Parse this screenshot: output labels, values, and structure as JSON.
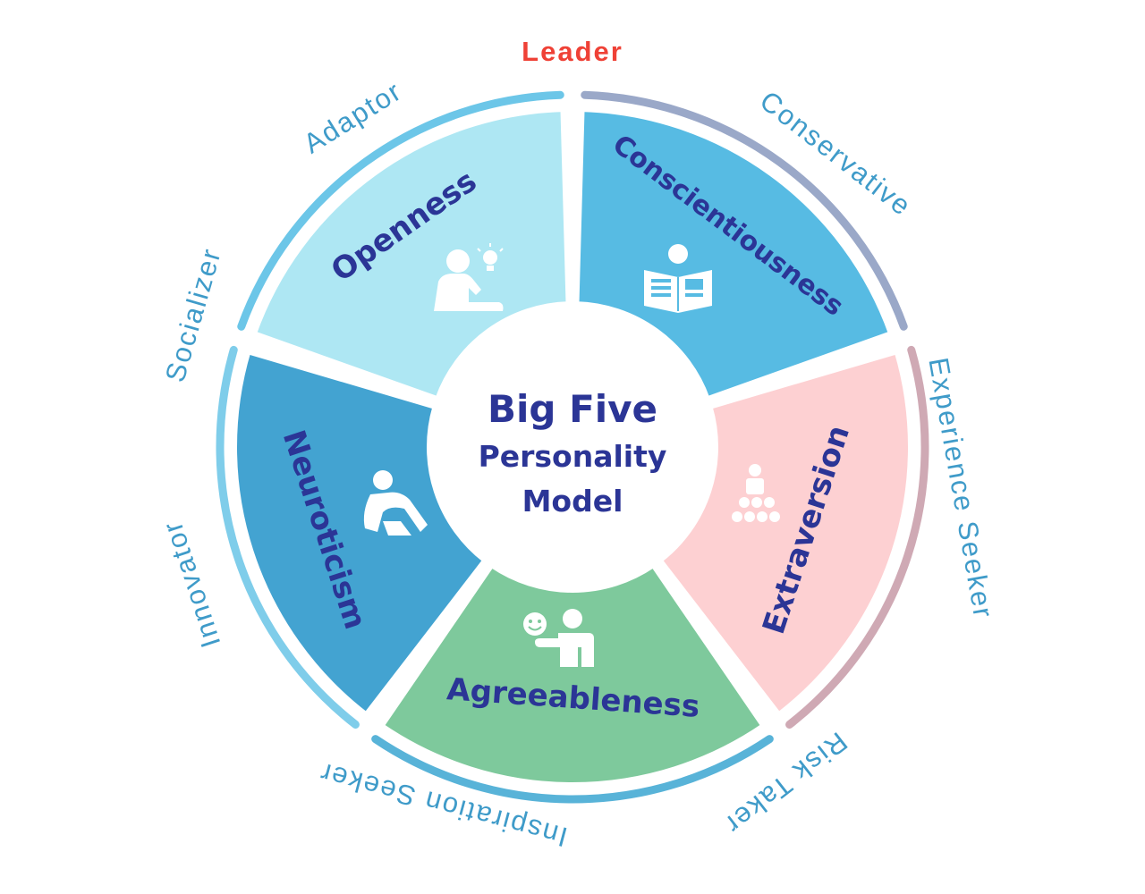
{
  "diagram": {
    "center": {
      "line1": "Big Five",
      "line2": "Personality",
      "line3": "Model"
    },
    "traits": [
      {
        "key": "openness",
        "label": "Openness",
        "color": "#aee7f3",
        "icon": "person-lightbulb-icon"
      },
      {
        "key": "conscientiousness",
        "label": "Conscientiousness",
        "color": "#57bbe3",
        "icon": "person-reading-newspaper-icon"
      },
      {
        "key": "extraversion",
        "label": "Extraversion",
        "color": "#fdd0d2",
        "icon": "speaker-audience-icon"
      },
      {
        "key": "agreeableness",
        "label": "Agreeableness",
        "color": "#7ec99c",
        "icon": "person-smiley-icon"
      },
      {
        "key": "neuroticism",
        "label": "Neuroticism",
        "color": "#43a3d1",
        "icon": "person-sitting-hugging-knees-icon"
      }
    ],
    "outer_labels": {
      "leader": "Leader",
      "conservative": "Conservative",
      "experience_seeker": "Experience Seeker",
      "risk_taker": "Risk Taker",
      "inspiration_seeker": "Inspiration Seeker",
      "innovator": "Innovator",
      "socializer": "Socializer",
      "adaptor": "Adaptor"
    },
    "colors": {
      "trait_text": "#2b3596",
      "outer_text": "#3f9bc9",
      "leader_text": "#ef4136",
      "ring_blue": "#5bbde3",
      "ring_pink": "#f1a6b0",
      "ring_green": "#8ecfae"
    }
  }
}
